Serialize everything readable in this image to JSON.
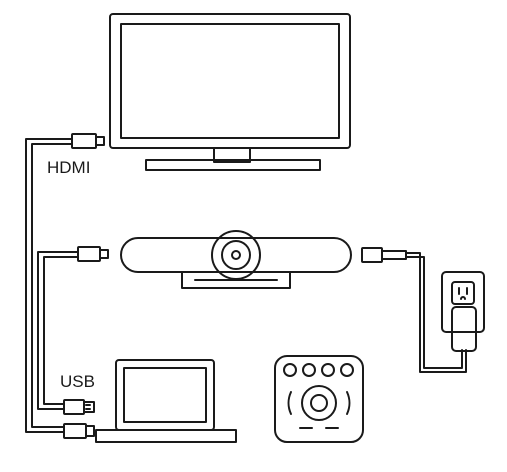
{
  "labels": {
    "hdmi": "HDMI",
    "usb": "USB"
  },
  "colors": {
    "stroke": "#1a1a1a",
    "background": "#ffffff"
  },
  "components": [
    {
      "id": "display",
      "icon": "tv-monitor-icon"
    },
    {
      "id": "camera",
      "icon": "conference-camera-icon"
    },
    {
      "id": "laptop",
      "icon": "laptop-icon"
    },
    {
      "id": "remote",
      "icon": "remote-control-icon"
    },
    {
      "id": "power",
      "icon": "wall-outlet-adapter-icon"
    }
  ]
}
